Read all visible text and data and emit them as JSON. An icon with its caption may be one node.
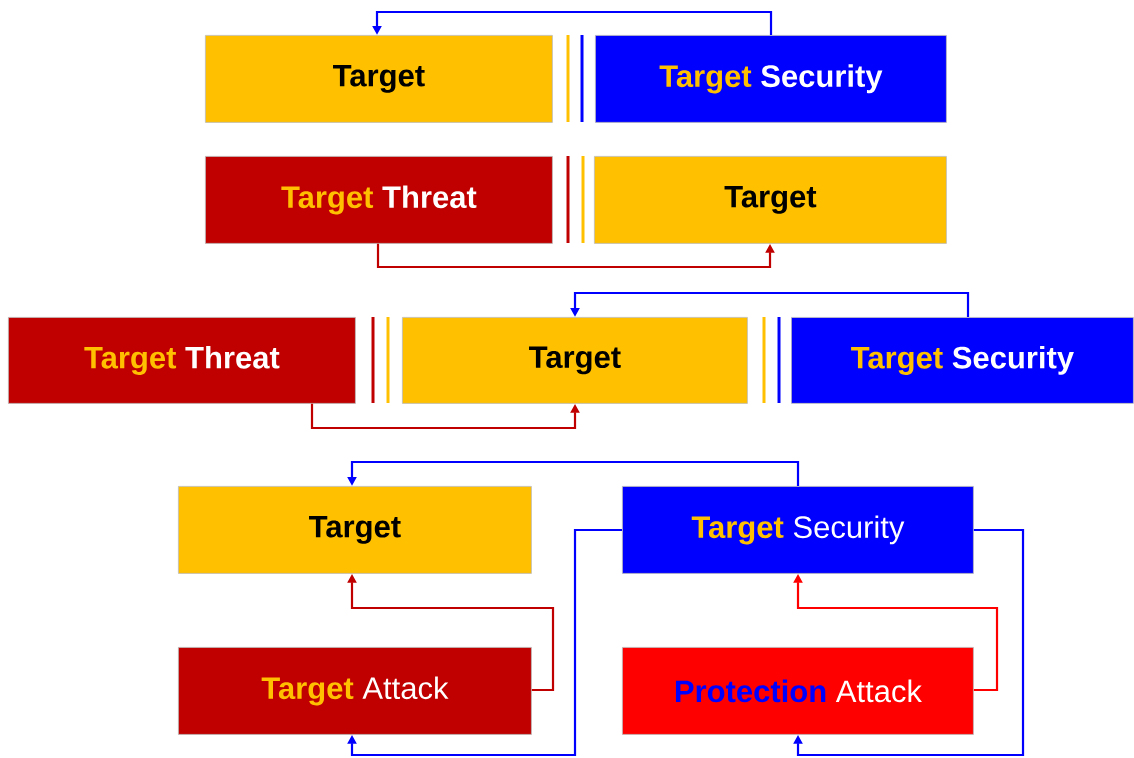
{
  "diagram": {
    "nodes": [
      {
        "text": [
          "Target"
        ]
      },
      {
        "text": [
          "Target",
          "Security"
        ]
      },
      {
        "text": [
          "Target",
          "Threat"
        ]
      },
      {
        "text": [
          "Target"
        ]
      },
      {
        "text": [
          "Target",
          "Threat"
        ]
      },
      {
        "text": [
          "Target"
        ]
      },
      {
        "text": [
          "Target",
          "Security"
        ]
      },
      {
        "text": [
          "Target"
        ]
      },
      {
        "text": [
          "Target",
          "Security"
        ]
      },
      {
        "text": [
          "Target",
          "Attack"
        ]
      },
      {
        "text": [
          "Protection",
          "Attack"
        ]
      }
    ],
    "edges": [
      {
        "from": 1,
        "to": 0,
        "arrow": "to"
      },
      {
        "from": 2,
        "to": 3,
        "arrow": "to",
        "color": "#c00000"
      },
      {
        "from": 6,
        "to": 5,
        "arrow": "to"
      },
      {
        "from": 4,
        "to": 5,
        "arrow": "to",
        "color": "#c00000"
      },
      {
        "from": 8,
        "to": 7,
        "arrow": "to"
      },
      {
        "from": 9,
        "to": 7,
        "arrow": "to",
        "color": "#c00000"
      },
      {
        "from": 10,
        "to": 8,
        "arrow": "to",
        "color": "#ff0000"
      },
      {
        "from": 8,
        "to": 9,
        "arrow": "to"
      },
      {
        "from": 8,
        "to": 10,
        "arrow": "to"
      }
    ]
  }
}
